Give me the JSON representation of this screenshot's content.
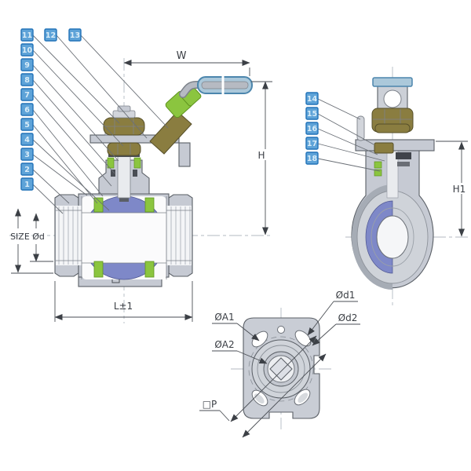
{
  "callouts": {
    "items": [
      "1",
      "2",
      "3",
      "4",
      "5",
      "6",
      "7",
      "8",
      "9",
      "10",
      "11",
      "12",
      "13",
      "14",
      "15",
      "16",
      "17",
      "18"
    ]
  },
  "dimensions": {
    "width_top": "W",
    "height_total": "H",
    "height_center_to_flange": "H1",
    "face_to_face": "L±1",
    "bore": "SIZE Ød",
    "flange_circle_1": "ØA1",
    "flange_circle_2": "ØA2",
    "slot_hole_1": "Ød1",
    "slot_hole_2": "Ød2",
    "stem_square": "□P"
  },
  "colors": {
    "body_gray": "#c6cad3",
    "light_gray": "#dde0e6",
    "ball_blue": "#7e88c8",
    "seat_green": "#8bc53f",
    "nut_olive": "#8a7d40",
    "handle_fill": "#abc8da",
    "handle_stroke": "#4c86ad",
    "callout_bg": "#5ea3d8",
    "callout_border": "#2273b8",
    "callout_text": "#d9edf9",
    "line": "#5a5f66",
    "dim_text": "#3a3e44"
  }
}
